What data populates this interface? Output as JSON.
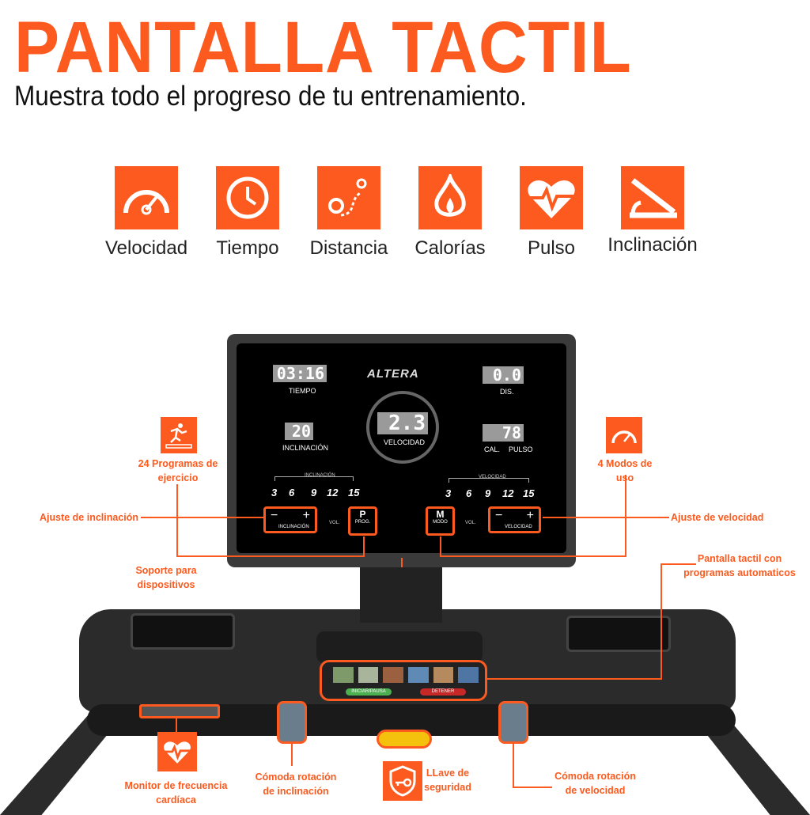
{
  "header": {
    "title": "PANTALLA TACTIL",
    "subtitle": "Muestra todo el progreso de tu entrenamiento."
  },
  "features": [
    {
      "label": "Velocidad",
      "icon": "speedometer-icon"
    },
    {
      "label": "Tiempo",
      "icon": "clock-icon"
    },
    {
      "label": "Distancia",
      "icon": "route-icon"
    },
    {
      "label": "Calorías",
      "icon": "flame-icon"
    },
    {
      "label": "Pulso",
      "icon": "heart-pulse-icon"
    },
    {
      "label": "Inclinación",
      "icon": "incline-icon"
    }
  ],
  "console": {
    "brand": "ALTERA",
    "time": "03:16",
    "time_label": "TIEMPO",
    "distance": "0.0",
    "distance_label": "DIS.",
    "incline": "20",
    "incline_label": "INCLINACIÓN",
    "speed": "2.3",
    "speed_label": "VELOCIDAD",
    "pulse": "78",
    "cal_label": "CAL.",
    "pulse_label": "PULSO",
    "incline_scale_label": "INCLINACIÓN",
    "speed_scale_label": "VELOCIDAD",
    "presets": [
      "3",
      "6",
      "9",
      "12",
      "15"
    ],
    "incline_btn": "INCLINACIÓN",
    "vol_down": "VOL.",
    "prog_key": "P",
    "prog_label": "PROG.",
    "mode_key": "M",
    "mode_label": "MODO",
    "vol_up": "VOL.",
    "speed_btn": "VELOCIDAD",
    "minus": "−",
    "plus": "+"
  },
  "tablet": {
    "start": "INICIAR/PAUSA",
    "stop": "DETENER"
  },
  "callouts": {
    "programs": "24 Programas de ejercicio",
    "modes": "4 Modos de uso",
    "incline_adjust": "Ajuste de inclinación",
    "speed_adjust": "Ajuste de velocidad",
    "device_support": "Soporte para dispositivos",
    "touchscreen": "Pantalla tactil con programas automaticos",
    "heart_monitor": "Monitor de frecuencia cardíaca",
    "incline_rotation": "Cómoda rotación de inclinación",
    "safety_key": "LLave de seguridad",
    "speed_rotation": "Cómoda rotación de velocidad"
  },
  "colors": {
    "accent": "#fc5a1e",
    "console": "#000000",
    "frame": "#2b2b2b"
  }
}
